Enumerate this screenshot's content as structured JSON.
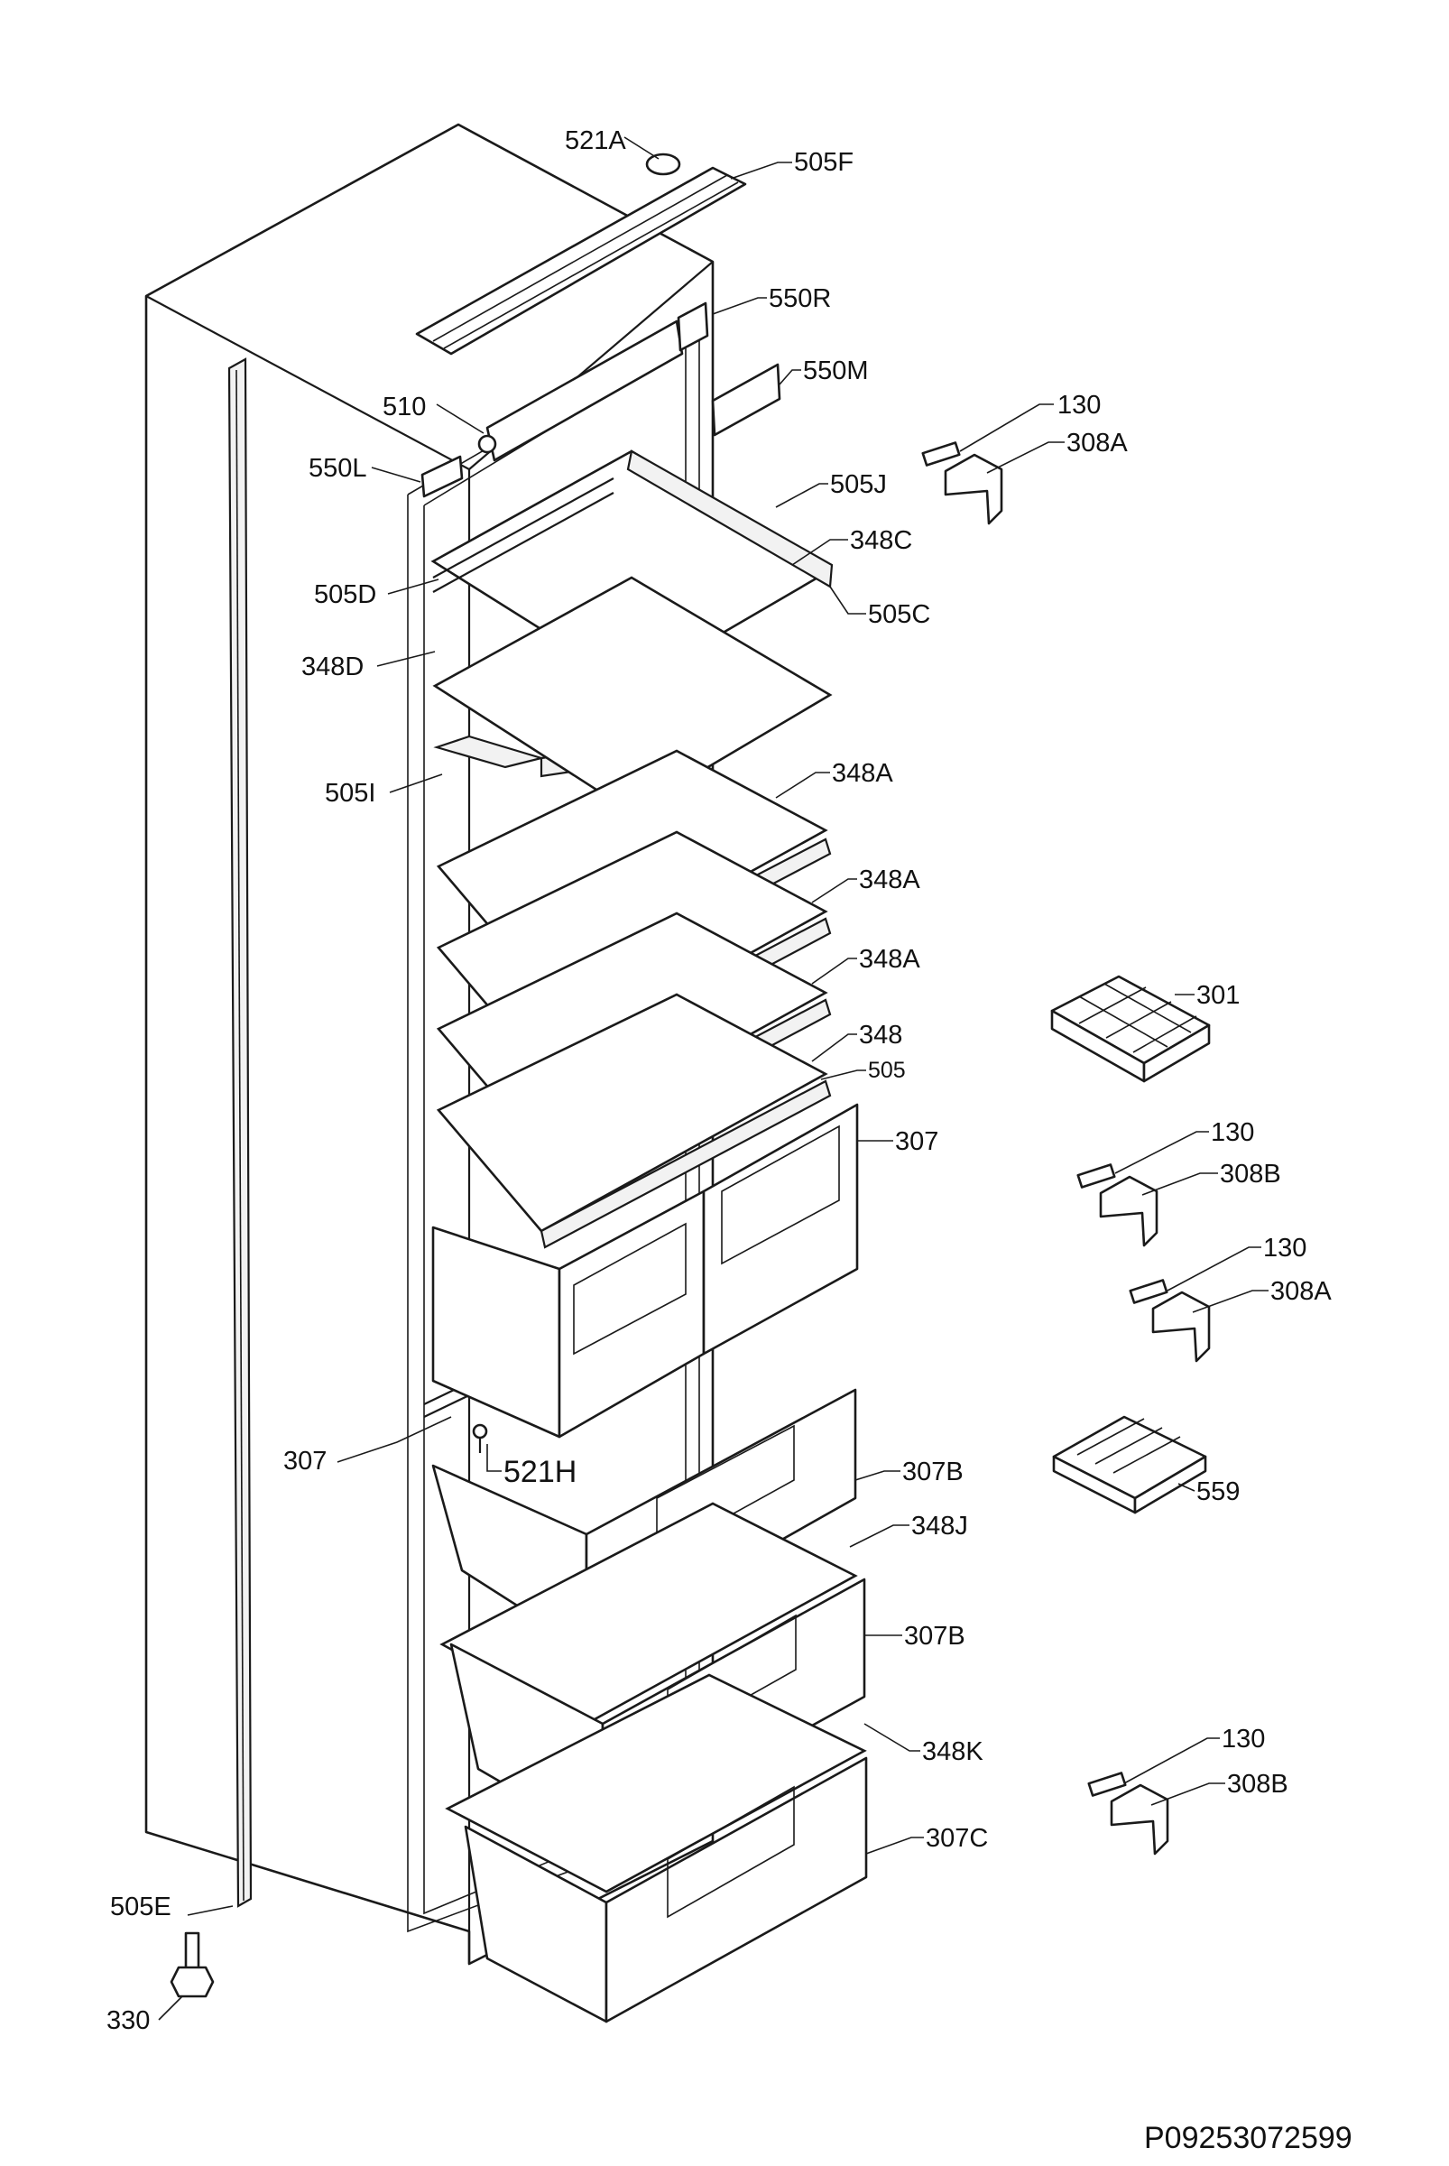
{
  "diagram": {
    "labels": [
      {
        "id": "521A",
        "text": "521A"
      },
      {
        "id": "505F",
        "text": "505F"
      },
      {
        "id": "550R",
        "text": "550R"
      },
      {
        "id": "550M",
        "text": "550M"
      },
      {
        "id": "510",
        "text": "510"
      },
      {
        "id": "550L",
        "text": "550L"
      },
      {
        "id": "130-a",
        "text": "130"
      },
      {
        "id": "308A-a",
        "text": "308A"
      },
      {
        "id": "505J",
        "text": "505J"
      },
      {
        "id": "348C",
        "text": "348C"
      },
      {
        "id": "505D",
        "text": "505D"
      },
      {
        "id": "505C",
        "text": "505C"
      },
      {
        "id": "348D",
        "text": "348D"
      },
      {
        "id": "505I",
        "text": "505I"
      },
      {
        "id": "348A-a",
        "text": "348A"
      },
      {
        "id": "348A-b",
        "text": "348A"
      },
      {
        "id": "348A-c",
        "text": "348A"
      },
      {
        "id": "348",
        "text": "348"
      },
      {
        "id": "505",
        "text": "505"
      },
      {
        "id": "307-a",
        "text": "307"
      },
      {
        "id": "301",
        "text": "301"
      },
      {
        "id": "130-b",
        "text": "130"
      },
      {
        "id": "308B-a",
        "text": "308B"
      },
      {
        "id": "130-c",
        "text": "130"
      },
      {
        "id": "308A-b",
        "text": "308A"
      },
      {
        "id": "307-b",
        "text": "307"
      },
      {
        "id": "521H",
        "text": "521H"
      },
      {
        "id": "307B-a",
        "text": "307B"
      },
      {
        "id": "348J",
        "text": "348J"
      },
      {
        "id": "559",
        "text": "559"
      },
      {
        "id": "307B-b",
        "text": "307B"
      },
      {
        "id": "348K",
        "text": "348K"
      },
      {
        "id": "130-d",
        "text": "130"
      },
      {
        "id": "308B-b",
        "text": "308B"
      },
      {
        "id": "307C",
        "text": "307C"
      },
      {
        "id": "505E",
        "text": "505E"
      },
      {
        "id": "330",
        "text": "330"
      }
    ],
    "drawing_code": "P09253072599"
  }
}
